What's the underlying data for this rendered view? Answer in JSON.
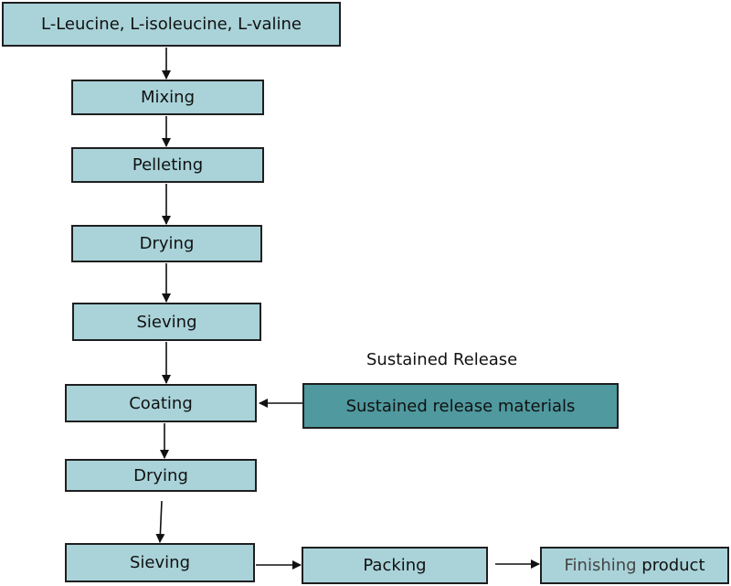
{
  "steps": {
    "input": "L-Leucine, L-isoleucine, L-valine",
    "mixing": "Mixing",
    "pelleting": "Pelleting",
    "drying1": "Drying",
    "sieving1": "Sieving",
    "coating": "Coating",
    "drying2": "Drying",
    "sieving2": "Sieving",
    "packing": "Packing",
    "finishing_part1": "Finishing",
    "finishing_part2": " product"
  },
  "side": {
    "heading": "Sustained Release",
    "materials": "Sustained release materials"
  },
  "colors": {
    "box_fill": "#a9d3d9",
    "box_fill_dark": "#4f999f",
    "border": "#1f1f1f"
  }
}
